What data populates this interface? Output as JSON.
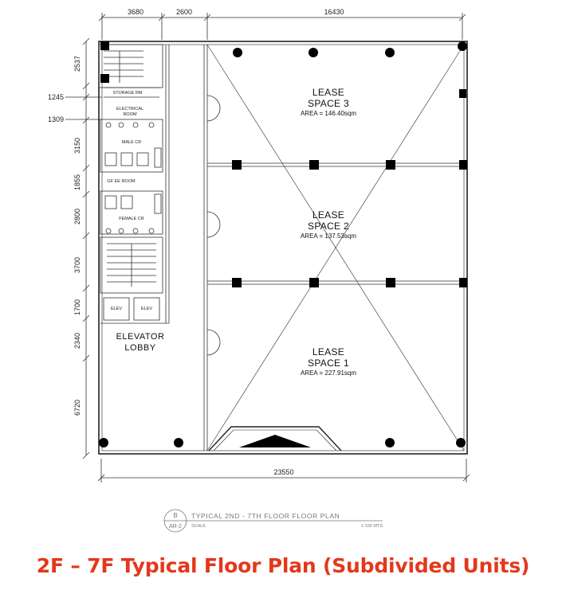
{
  "plan": {
    "dimensions_top": [
      "3680",
      "2600",
      "16430"
    ],
    "dimensions_left": [
      "2537",
      "1245",
      "1309",
      "3150",
      "1855",
      "2800",
      "3700",
      "1700",
      "2340",
      "6720"
    ],
    "dimension_bottom": "23550",
    "rooms": {
      "storage": "STORAGE RM",
      "electrical_1": "ELECTRICAL",
      "electrical_2": "ROOM",
      "male_cr": "MALE CR",
      "gf_ee_room": "GF EE ROOM",
      "female_cr": "FEMALE CR",
      "elev_1": "ELEV",
      "elev_2": "ELEV",
      "elevator_lobby_1": "ELEVATOR",
      "elevator_lobby_2": "LOBBY"
    },
    "lease_spaces": [
      {
        "line1": "LEASE",
        "line2": "SPACE 3",
        "area": "AREA = 146.40sqm"
      },
      {
        "line1": "LEASE",
        "line2": "SPACE 2",
        "area": "AREA = 137.53sqm"
      },
      {
        "line1": "LEASE",
        "line2": "SPACE 1",
        "area": "AREA = 227.91sqm"
      }
    ]
  },
  "title_block": {
    "tag_top": "B",
    "tag_bottom": "AR-2",
    "title": "TYPICAL 2ND - 7TH FLOOR FLOOR PLAN",
    "scale_label": "SCALE",
    "scale_value": "1:100 MTS"
  },
  "caption": "2F – 7F Typical Floor Plan (Subdivided Units)"
}
